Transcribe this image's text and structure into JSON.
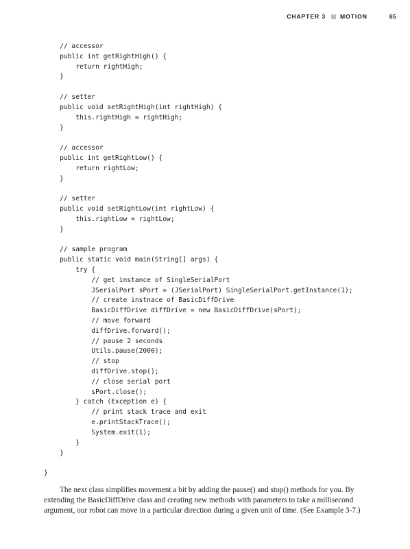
{
  "header": {
    "chapter_label": "CHAPTER 3",
    "section_label": "MOTION",
    "page_number": "65"
  },
  "code_lines": [
    "    // accessor",
    "    public int getRightHigh() {",
    "        return rightHigh;",
    "    }",
    "",
    "    // setter",
    "    public void setRightHigh(int rightHigh) {",
    "        this.rightHigh = rightHigh;",
    "    }",
    "",
    "    // accessor",
    "    public int getRightLow() {",
    "        return rightLow;",
    "    }",
    "",
    "    // setter",
    "    public void setRightLow(int rightLow) {",
    "        this.rightLow = rightLow;",
    "    }",
    "",
    "    // sample program",
    "    public static void main(String[] args) {",
    "        try {",
    "            // get instance of SingleSerialPort",
    "            JSerialPort sPort = (JSerialPort) SingleSerialPort.getInstance(1);",
    "            // create instnace of BasicDiffDrive",
    "            BasicDiffDrive diffDrive = new BasicDiffDrive(sPort);",
    "            // move forward",
    "            diffDrive.forward();",
    "            // pause 2 seconds",
    "            Utils.pause(2000);",
    "            // stop",
    "            diffDrive.stop();",
    "            // close serial port",
    "            sPort.close();",
    "        } catch (Exception e) {",
    "            // print stack trace and exit",
    "            e.printStackTrace();",
    "            System.exit(1);",
    "        }",
    "    }",
    "",
    "}"
  ],
  "paragraph": "The next class simplifies movement a bit by adding the pause() and stop() methods for you. By extending the BasicDiffDrive class and creating new methods with parameters to take a millisecond argument, our robot can move in a particular direction during a given unit of time. (See Example 3-7.)"
}
